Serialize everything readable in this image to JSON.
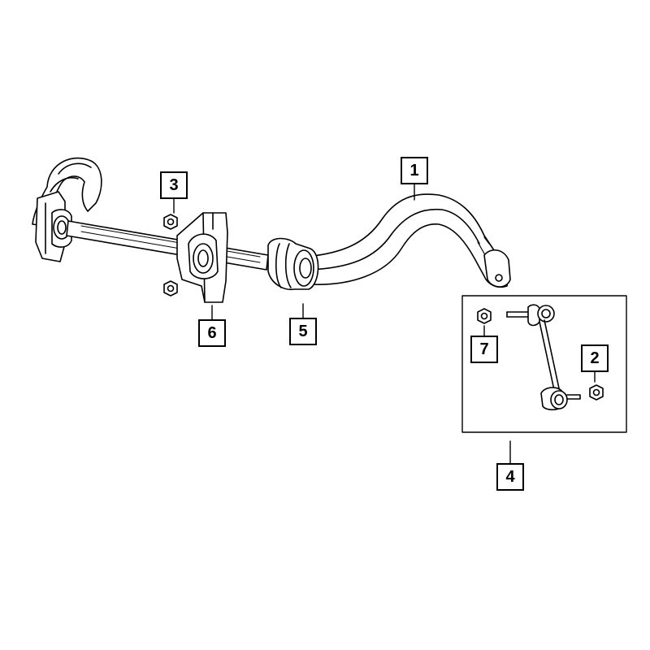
{
  "diagram": {
    "colors": {
      "line": "#000000",
      "background": "#ffffff"
    },
    "callouts": [
      {
        "id": "c1",
        "label": "1",
        "part": "stabilizer-bar"
      },
      {
        "id": "c2",
        "label": "2",
        "part": "link-nut"
      },
      {
        "id": "c3",
        "label": "3",
        "part": "clamp-nut"
      },
      {
        "id": "c4",
        "label": "4",
        "part": "stabilizer-link-assembly"
      },
      {
        "id": "c5",
        "label": "5",
        "part": "bushing"
      },
      {
        "id": "c6",
        "label": "6",
        "part": "bushing-clamp"
      },
      {
        "id": "c7",
        "label": "7",
        "part": "link-nut"
      }
    ]
  }
}
